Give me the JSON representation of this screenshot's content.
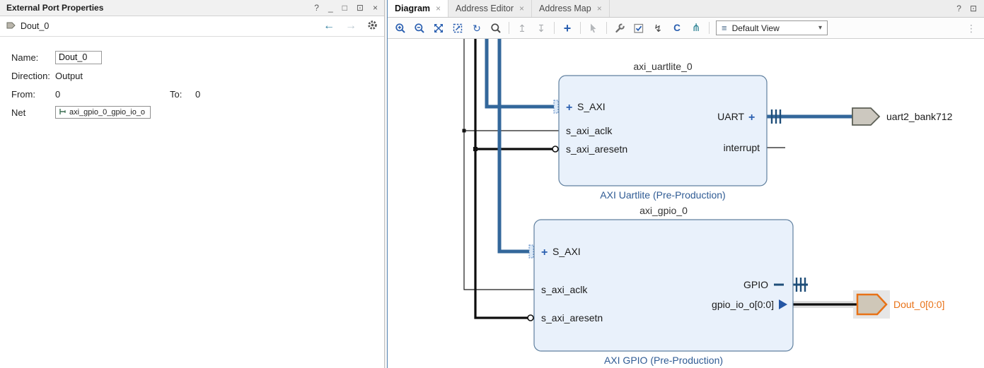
{
  "left_panel": {
    "title": "External Port Properties",
    "controls": {
      "help": "?",
      "minimize": "_",
      "float": "□",
      "dock": "⊡",
      "close": "×"
    },
    "selected_port": "Dout_0",
    "nav": {
      "back": "←",
      "forward": "→"
    },
    "fields": {
      "name_label": "Name:",
      "name_value": "Dout_0",
      "direction_label": "Direction:",
      "direction_value": "Output",
      "from_label": "From:",
      "from_value": "0",
      "to_label": "To:",
      "to_value": "0",
      "net_label": "Net",
      "net_value": "axi_gpio_0_gpio_io_o"
    }
  },
  "right_panel": {
    "tabs": [
      {
        "label": "Diagram",
        "close": "×"
      },
      {
        "label": "Address Editor",
        "close": "×"
      },
      {
        "label": "Address Map",
        "close": "×"
      }
    ],
    "tab_actions": {
      "help": "?",
      "float": "⊡"
    },
    "toolbar": {
      "autofit": "↻",
      "collapse": "↥",
      "expand": "↧",
      "add": "+",
      "routing": "↯",
      "regenerate": "C",
      "interfaces": "⋔",
      "view_icon": "≡",
      "view_value": "Default View",
      "view_caret": "▾",
      "overflow": "⋮"
    }
  },
  "diagram": {
    "uartlite": {
      "title": "axi_uartlite_0",
      "caption": "AXI Uartlite (Pre-Production)",
      "plus": "+",
      "port_s_axi": "S_AXI",
      "port_aclk": "s_axi_aclk",
      "port_aresetn": "s_axi_aresetn",
      "port_uart": "UART",
      "port_interrupt": "interrupt"
    },
    "gpio": {
      "title": "axi_gpio_0",
      "caption": "AXI GPIO (Pre-Production)",
      "plus": "+",
      "port_s_axi": "S_AXI",
      "port_aclk": "s_axi_aclk",
      "port_aresetn": "s_axi_aresetn",
      "port_gpio": "GPIO",
      "port_gpio_io_o": "gpio_io_o[0:0]"
    },
    "external_ports": {
      "uart_label": "uart2_bank712",
      "dout_label": "Dout_0[0:0]"
    }
  },
  "colors": {
    "block_fill": "#e9f1fb",
    "block_border": "#60809f",
    "caption_blue": "#2f5b94",
    "bus_blue": "#33679b",
    "wire_black": "#0d0d0d",
    "selected_orange": "#e87217",
    "pane_border_blue": "#5585b5"
  }
}
